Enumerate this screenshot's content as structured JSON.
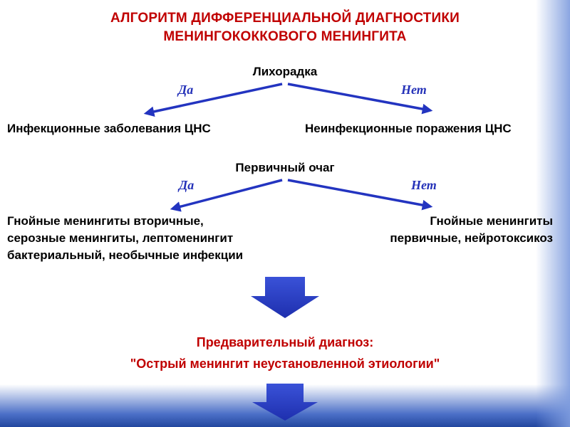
{
  "slide": {
    "title": {
      "line1": "АЛГОРИТМ ДИФФЕРЕНЦИАЛЬНОЙ ДИАГНОСТИКИ",
      "line2": "МЕНИНГОКОККОВОГО МЕНИНГИТА"
    },
    "fever": {
      "label": "Лихорадка",
      "yes": "Да",
      "no": "Нет",
      "left_result": "Инфекционные заболевания ЦНС",
      "right_result": "Неинфекционные поражения ЦНС"
    },
    "focus": {
      "label": "Первичный очаг",
      "yes": "Да",
      "no": "Нет",
      "left_result_lines": [
        "Гнойные менингиты вторичные,",
        "серозные менингиты, лептоменингит",
        "бактериальный, необычные инфекции"
      ],
      "right_result_lines": [
        "Гнойные менингиты",
        "первичные, нейротоксикоз"
      ]
    },
    "diagnosis": {
      "line1": "Предварительный диагноз:",
      "line2": "\"Острый менингит неустановленной этиологии\""
    },
    "colors": {
      "title_red": "#c00000",
      "text_black": "#000000",
      "yes_no_blue": "#2431b8",
      "arrow_blue": "#2334c0",
      "block_arrow_top": "#3a52d8",
      "block_arrow_bottom": "#1e2fae",
      "edge_gradient_blue": "#23479f"
    }
  }
}
